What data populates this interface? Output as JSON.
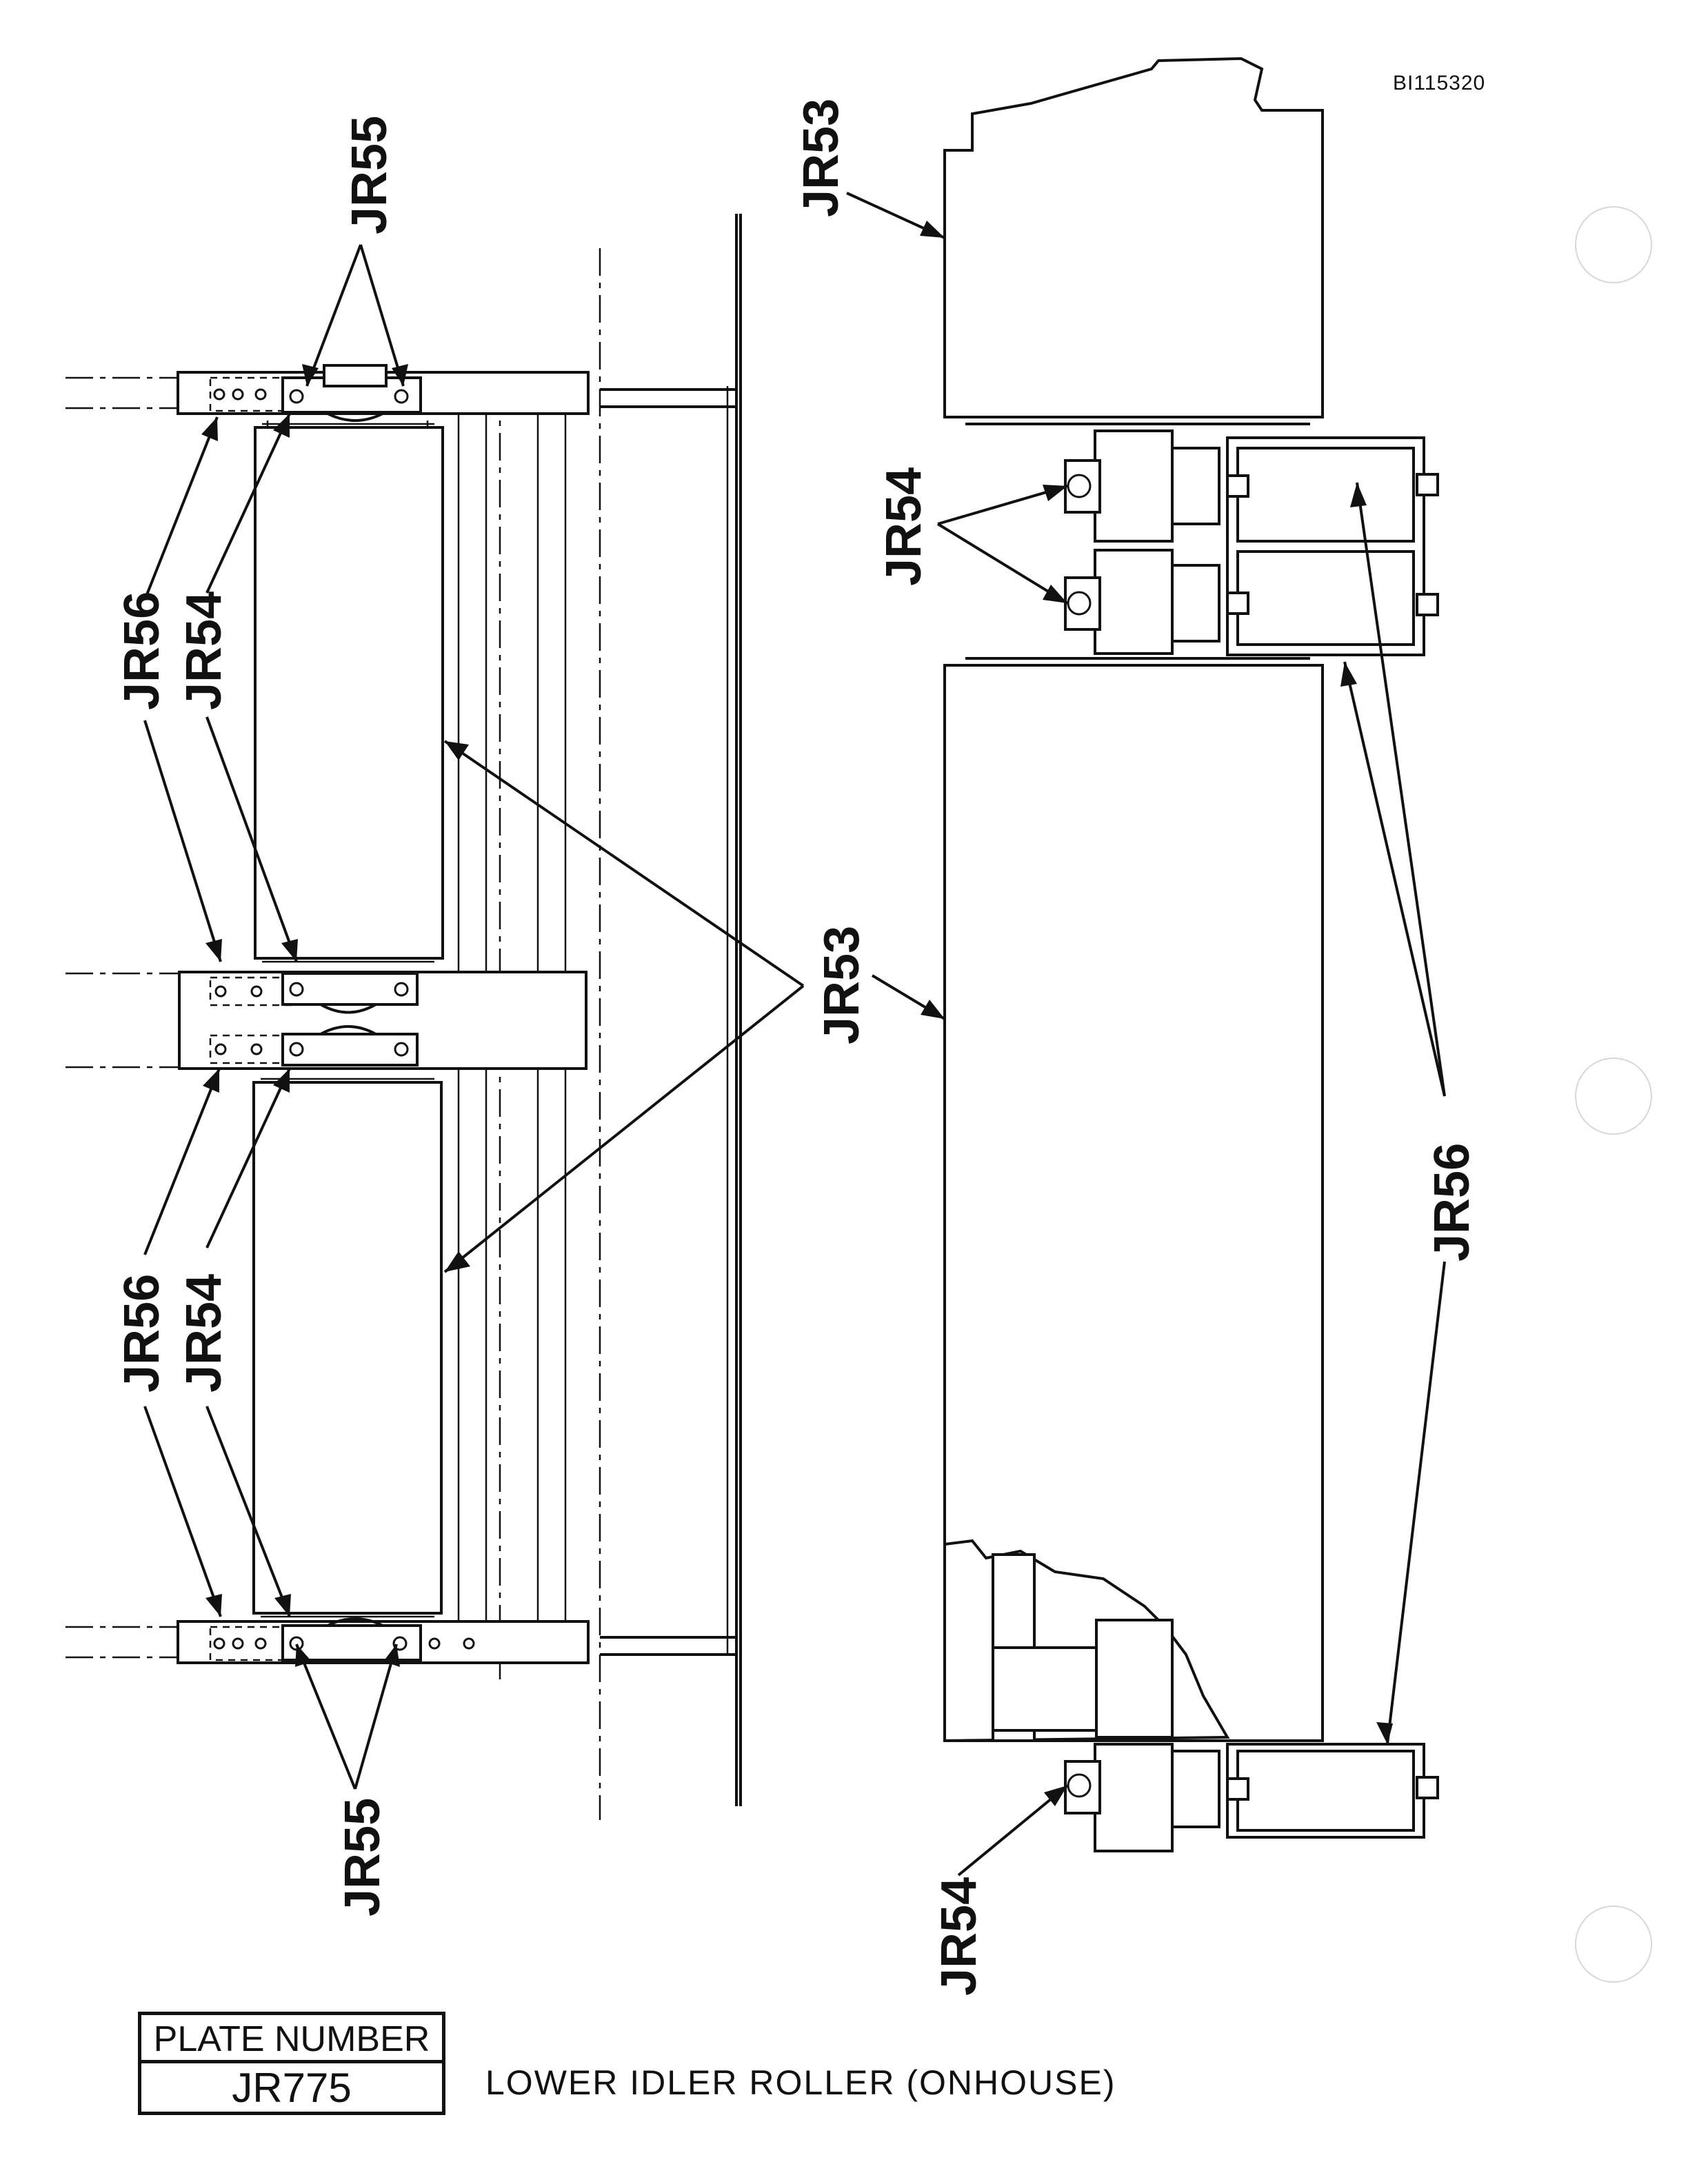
{
  "document": {
    "id": "BI115320"
  },
  "plate": {
    "header": "PLATE NUMBER",
    "number": "JR775"
  },
  "caption": "LOWER IDLER ROLLER (ONHOUSE)",
  "callouts": {
    "jr53": "JR53",
    "jr54": "JR54",
    "jr55": "JR55",
    "jr56": "JR56"
  }
}
